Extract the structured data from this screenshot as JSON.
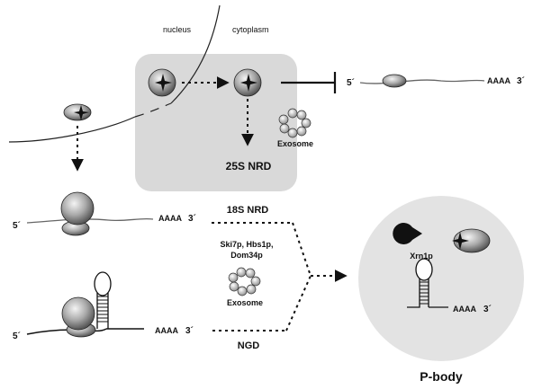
{
  "labels": {
    "nucleus": "nucleus",
    "cytoplasm": "cytoplasm",
    "five_prime_top": "5´",
    "polyA_top": "AAAA",
    "three_prime_top": "3´",
    "exosome_top": "Exosome",
    "nrd_25s": "25S NRD",
    "five_prime_mid": "5´",
    "polyA_mid": "AAAA",
    "three_prime_mid": "3´",
    "nrd_18s": "18S NRD",
    "factors_line1": "Ski7p, Hbs1p,",
    "factors_line2": "Dom34p",
    "exosome_mid": "Exosome",
    "five_prime_bottom": "5´",
    "polyA_bottom": "AAAA",
    "three_prime_bottom": "3´",
    "ngd": "NGD",
    "xrn1p": "Xrn1p",
    "polyA_pbody": "AAAA",
    "three_prime_pbody": "3´",
    "pbody": "P-body"
  },
  "icons": {
    "large_subunit": "large-ribosomal-subunit-icon",
    "small_subunit": "small-ribosomal-subunit-icon",
    "exosome": "exosome-complex-icon",
    "xrn1p": "pacman-exonuclease-icon",
    "stem_loop": "mrna-stem-loop-icon"
  },
  "colors": {
    "nrd_box": "#d9d9d9",
    "pbody_circle": "#e3e3e3",
    "line": "#111111"
  }
}
